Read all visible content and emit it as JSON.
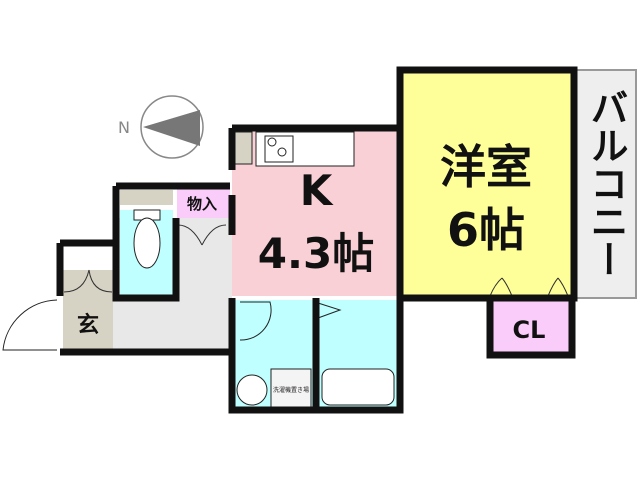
{
  "compass": {
    "label": "N"
  },
  "rooms": {
    "kitchen": {
      "name": "K",
      "size": "4.3帖",
      "color": "#f9d0d6"
    },
    "western": {
      "name": "洋室",
      "size": "6帖",
      "color": "#ffff99"
    },
    "balcony": {
      "name": "バルコニー",
      "color": "#eeeeee"
    },
    "closet": {
      "name": "CL",
      "color": "#f9ccf9"
    },
    "storage": {
      "name": "物入",
      "color": "#f9ccf9"
    },
    "entrance": {
      "name": "玄",
      "color": "#d6d3c4"
    },
    "washer": {
      "name": "洗濯機置き場"
    },
    "wet_color": "#bfffff",
    "hall_color": "#e8e8e8"
  }
}
